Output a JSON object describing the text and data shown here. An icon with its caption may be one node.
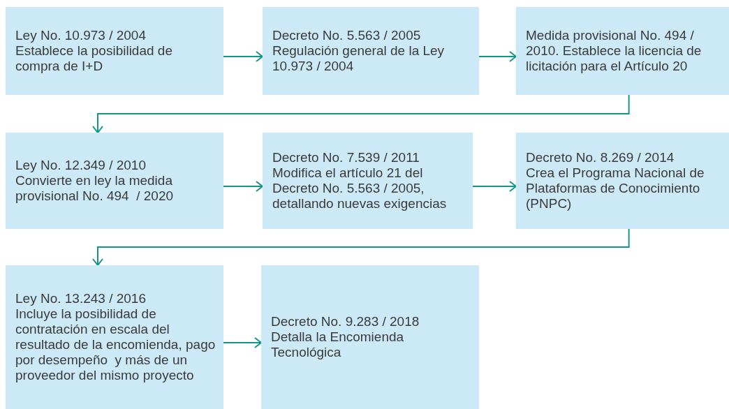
{
  "diagram": {
    "nodes": [
      {
        "text": [
          "Ley No. 10.973 / 2004",
          "Establece la posibilidad de compra de I+D"
        ]
      },
      {
        "text": [
          "Decreto No. 5.563 / 2005",
          "Regulación general de la Ley 10.973 / 2004"
        ]
      },
      {
        "text": [
          "Medida provisional No. 494 / 2010. Establece la licencia de licitación para el Artículo 20"
        ]
      },
      {
        "text": [
          "Ley No. 12.349 / 2010",
          "Convierte en ley la medida provisional No. 494  / 2020"
        ]
      },
      {
        "text": [
          "Decreto No. 7.539 / 2011",
          "Modifica el artículo 21 del Decreto No. 5.563 / 2005, detallando nuevas exigencias"
        ]
      },
      {
        "text": [
          "Decreto No. 8.269 / 2014",
          "Crea el Programa Nacional de Plataformas de Conocimiento (PNPC)"
        ]
      },
      {
        "text": [
          "Ley No. 13.243 / 2016",
          "Incluye la posibilidad de contratación en escala del resultado de la encomienda, pago por desempeño  y más de un proveedor del mismo proyecto"
        ]
      },
      {
        "text": [
          "Decreto No. 9.283 / 2018",
          "Detalla la Encomienda Tecnológica"
        ]
      }
    ],
    "edges": [
      {
        "from": 0,
        "to": 1,
        "arrow": "to"
      },
      {
        "from": 1,
        "to": 2,
        "arrow": "to"
      },
      {
        "from": 2,
        "to": 3,
        "arrow": "to"
      },
      {
        "from": 3,
        "to": 4,
        "arrow": "to"
      },
      {
        "from": 4,
        "to": 5,
        "arrow": "to"
      },
      {
        "from": 5,
        "to": 6,
        "arrow": "to"
      },
      {
        "from": 6,
        "to": 7,
        "arrow": "to"
      }
    ]
  }
}
